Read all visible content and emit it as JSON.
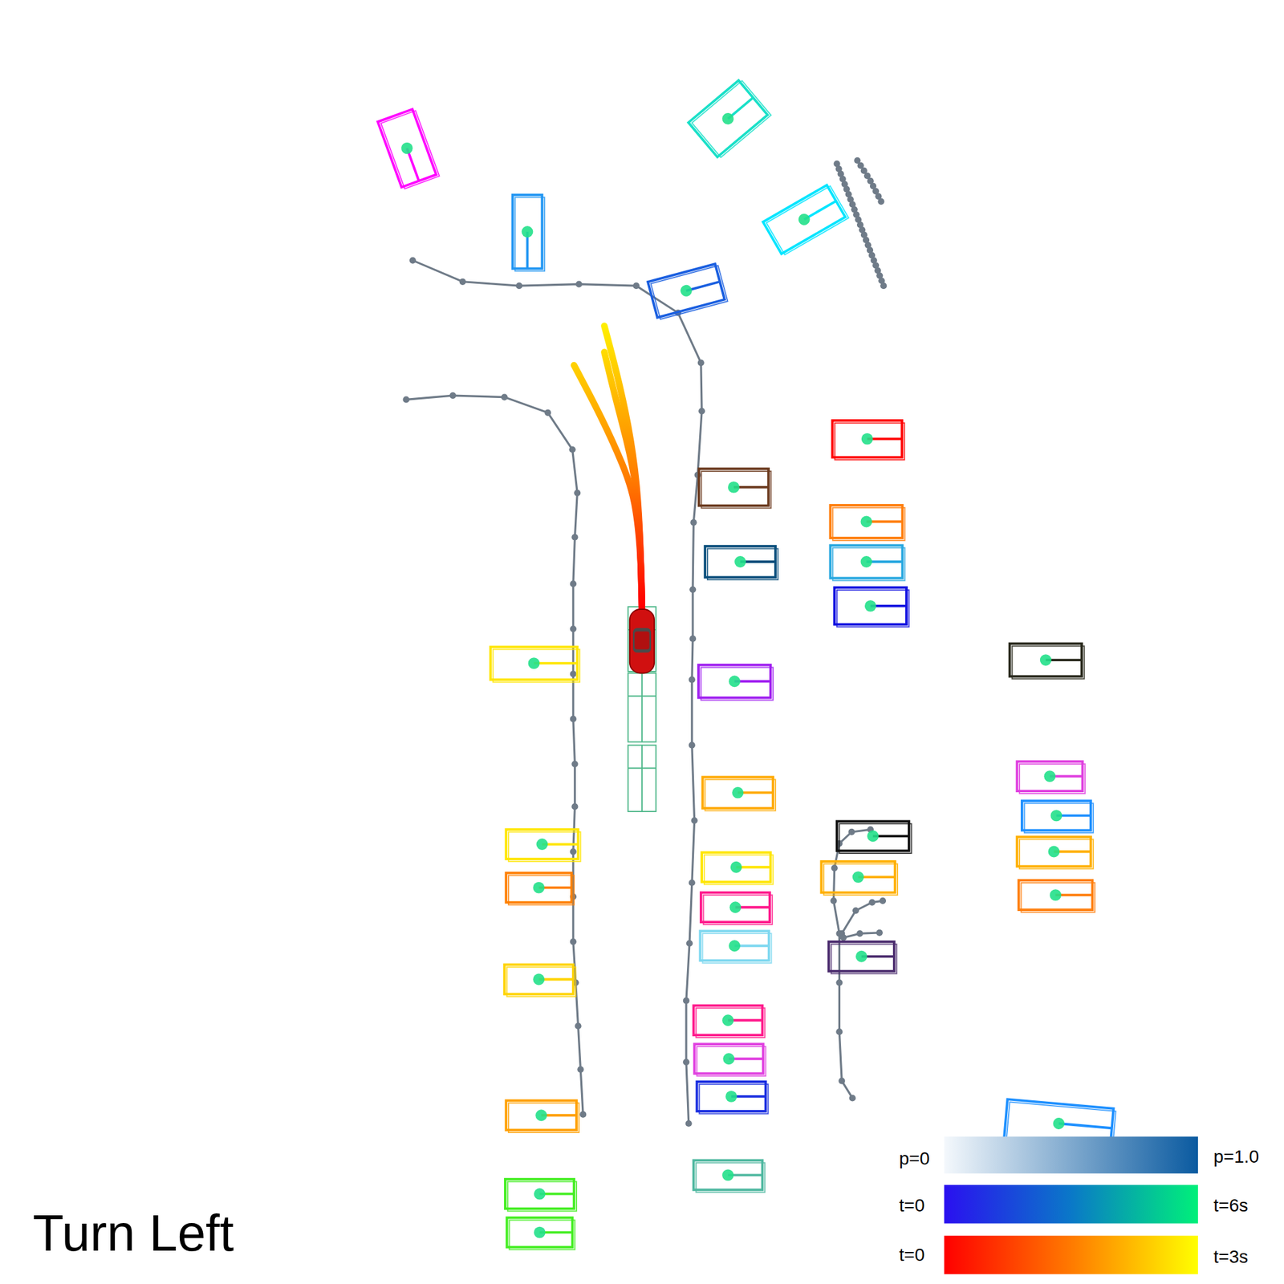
{
  "diagram": {
    "caption": "Turn Left",
    "labels": [
      "p=0",
      "p=1.0",
      "t=0",
      "t=6s",
      "t=0",
      "t=3s"
    ]
  }
}
